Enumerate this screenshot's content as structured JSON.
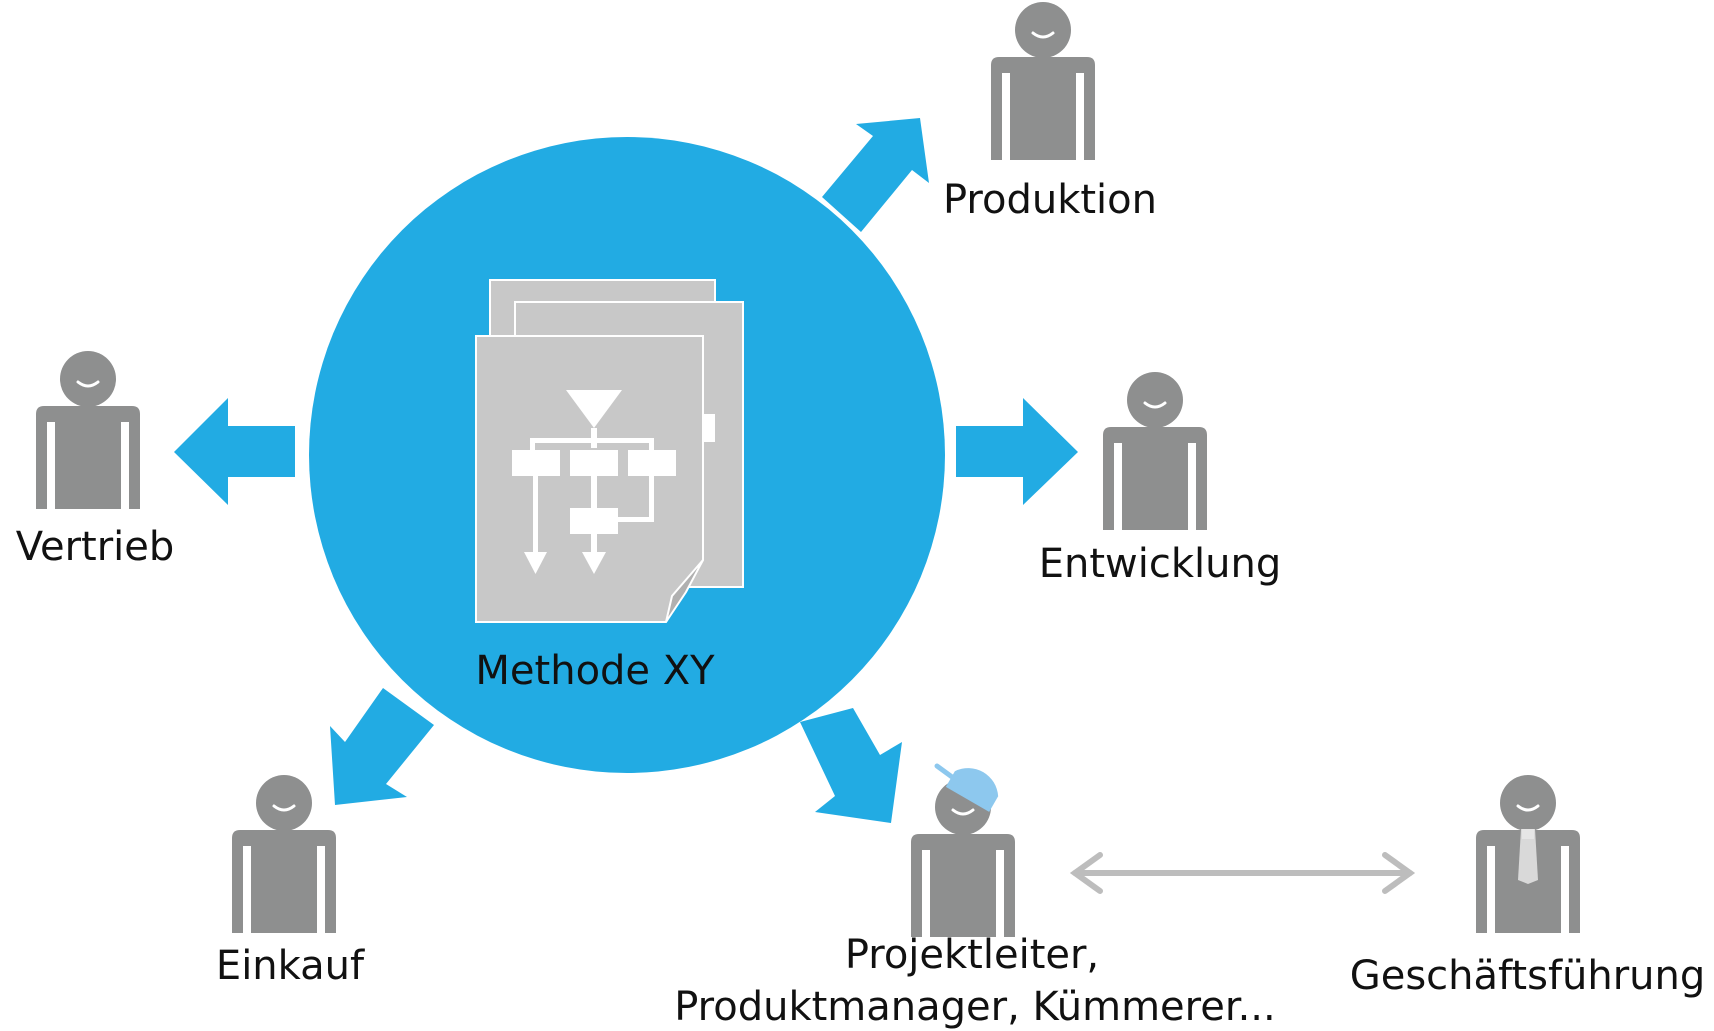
{
  "center": {
    "label": "Methode XY"
  },
  "roles": {
    "produktion": "Produktion",
    "vertrieb": "Vertrieb",
    "entwicklung": "Entwicklung",
    "einkauf": "Einkauf",
    "projektleiter_line1": "Projektleiter,",
    "projektleiter_line2": "Produktmanager, Kümmerer...",
    "geschaeftsfuehrung": "Geschäftsführung"
  },
  "colors": {
    "accent": "#22ABE3",
    "person": "#8E8F8F",
    "document": "#C8C8C8",
    "connector": "#BDBDBD",
    "helmet": "#8DC8EE"
  }
}
